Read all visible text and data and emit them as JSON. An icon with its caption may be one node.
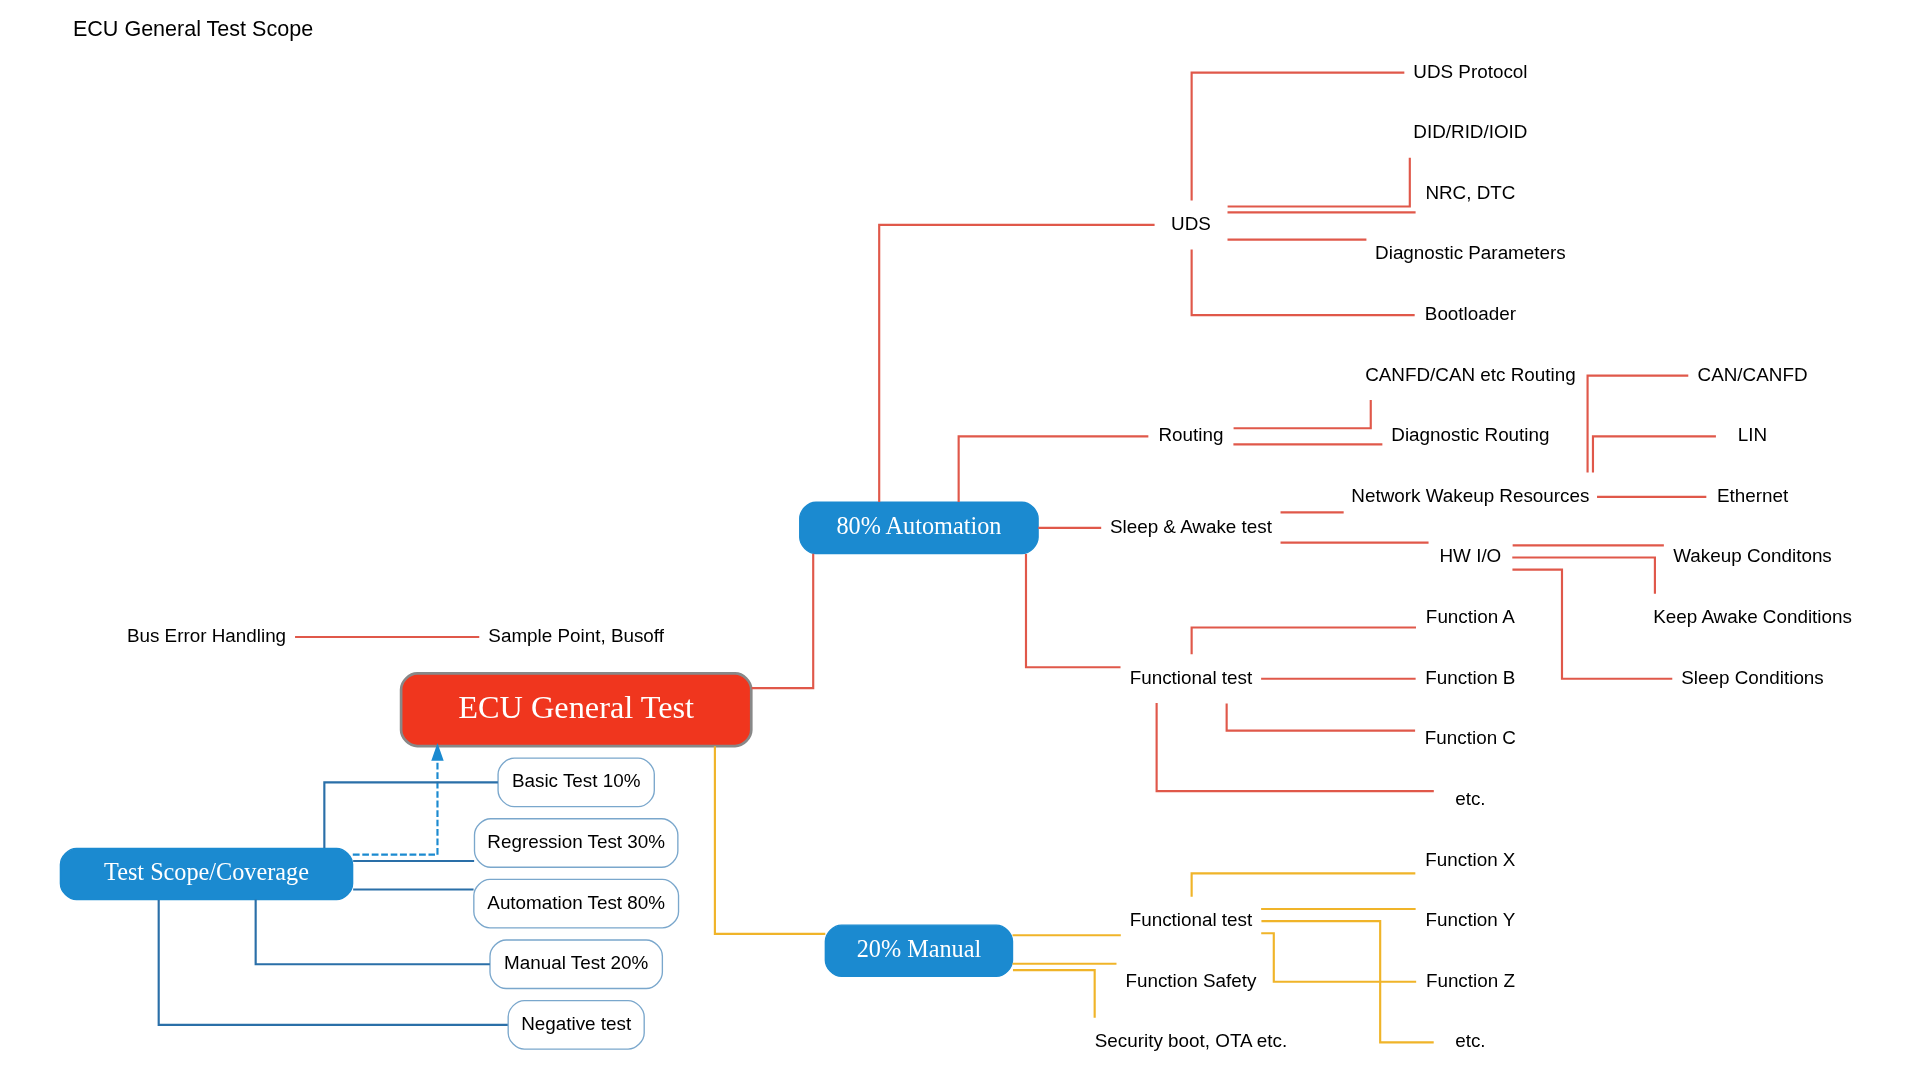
{
  "diagram": {
    "title": "ECU General Test Scope",
    "nodes": [
      {
        "text": [
          "ECU General Test"
        ]
      },
      {
        "text": [
          "Test Scope/Coverage"
        ]
      },
      {
        "text": [
          "Basic Test 10%"
        ]
      },
      {
        "text": [
          "Regression Test 30%"
        ]
      },
      {
        "text": [
          "Automation Test 80%"
        ]
      },
      {
        "text": [
          "Manual Test 20%"
        ]
      },
      {
        "text": [
          "Negative test"
        ]
      },
      {
        "text": [
          "80% Automation"
        ]
      },
      {
        "text": [
          "Bus Error Handling"
        ]
      },
      {
        "text": [
          "Sample Point, Busoff"
        ]
      },
      {
        "text": [
          "UDS"
        ]
      },
      {
        "text": [
          "UDS Protocol"
        ]
      },
      {
        "text": [
          "DID/RID/IOID"
        ]
      },
      {
        "text": [
          "NRC, DTC"
        ]
      },
      {
        "text": [
          "Diagnostic Parameters"
        ]
      },
      {
        "text": [
          "Bootloader"
        ]
      },
      {
        "text": [
          "Routing"
        ]
      },
      {
        "text": [
          "CANFD/CAN etc Routing"
        ]
      },
      {
        "text": [
          "Diagnostic Routing"
        ]
      },
      {
        "text": [
          "Sleep & Awake test"
        ]
      },
      {
        "text": [
          "Network Wakeup Resources"
        ]
      },
      {
        "text": [
          "CAN/CANFD"
        ]
      },
      {
        "text": [
          "LIN"
        ]
      },
      {
        "text": [
          "Ethernet"
        ]
      },
      {
        "text": [
          "HW I/O"
        ]
      },
      {
        "text": [
          "Wakeup Conditons"
        ]
      },
      {
        "text": [
          "Keep Awake Conditions"
        ]
      },
      {
        "text": [
          "Sleep Conditions"
        ]
      },
      {
        "text": [
          "Functional test"
        ]
      },
      {
        "text": [
          "Function A"
        ]
      },
      {
        "text": [
          "Function B"
        ]
      },
      {
        "text": [
          "Function C"
        ]
      },
      {
        "text": [
          "etc."
        ]
      },
      {
        "text": [
          "20% Manual"
        ]
      },
      {
        "text": [
          "Functional test"
        ]
      },
      {
        "text": [
          "Function X"
        ]
      },
      {
        "text": [
          "Function Y"
        ]
      },
      {
        "text": [
          "Function Z"
        ]
      },
      {
        "text": [
          "etc."
        ]
      },
      {
        "text": [
          "Function Safety"
        ]
      },
      {
        "text": [
          "Security boot, OTA etc."
        ]
      }
    ],
    "edges": [
      {
        "from": 1,
        "to": 0,
        "arrow": "to",
        "style": "dashed",
        "color": "#1b8ad0"
      },
      {
        "from": 1,
        "to": 2,
        "arrow": "none",
        "color": "#2a6fa8"
      },
      {
        "from": 1,
        "to": 3,
        "arrow": "none",
        "color": "#2a6fa8"
      },
      {
        "from": 1,
        "to": 4,
        "arrow": "none",
        "color": "#2a6fa8"
      },
      {
        "from": 1,
        "to": 5,
        "arrow": "none",
        "color": "#2a6fa8"
      },
      {
        "from": 1,
        "to": 6,
        "arrow": "none",
        "color": "#2a6fa8"
      },
      {
        "from": 0,
        "to": 7,
        "arrow": "none"
      },
      {
        "from": 8,
        "to": 9,
        "arrow": "none"
      },
      {
        "from": 7,
        "to": 10,
        "arrow": "none"
      },
      {
        "from": 10,
        "to": 11,
        "arrow": "none"
      },
      {
        "from": 10,
        "to": 12,
        "arrow": "none"
      },
      {
        "from": 10,
        "to": 13,
        "arrow": "none"
      },
      {
        "from": 10,
        "to": 14,
        "arrow": "none"
      },
      {
        "from": 10,
        "to": 15,
        "arrow": "none"
      },
      {
        "from": 7,
        "to": 16,
        "arrow": "none"
      },
      {
        "from": 16,
        "to": 17,
        "arrow": "none"
      },
      {
        "from": 16,
        "to": 18,
        "arrow": "none"
      },
      {
        "from": 7,
        "to": 19,
        "arrow": "none"
      },
      {
        "from": 19,
        "to": 20,
        "arrow": "none"
      },
      {
        "from": 20,
        "to": 21,
        "arrow": "none"
      },
      {
        "from": 20,
        "to": 22,
        "arrow": "none"
      },
      {
        "from": 20,
        "to": 23,
        "arrow": "none"
      },
      {
        "from": 19,
        "to": 24,
        "arrow": "none"
      },
      {
        "from": 24,
        "to": 25,
        "arrow": "none"
      },
      {
        "from": 24,
        "to": 26,
        "arrow": "none"
      },
      {
        "from": 24,
        "to": 27,
        "arrow": "none"
      },
      {
        "from": 7,
        "to": 28,
        "arrow": "none"
      },
      {
        "from": 28,
        "to": 29,
        "arrow": "none"
      },
      {
        "from": 28,
        "to": 30,
        "arrow": "none"
      },
      {
        "from": 28,
        "to": 31,
        "arrow": "none"
      },
      {
        "from": 28,
        "to": 32,
        "arrow": "none"
      },
      {
        "from": 0,
        "to": 33,
        "arrow": "none",
        "color": "#f0b429"
      },
      {
        "from": 33,
        "to": 34,
        "arrow": "none",
        "color": "#f0b429"
      },
      {
        "from": 34,
        "to": 35,
        "arrow": "none",
        "color": "#f0b429"
      },
      {
        "from": 34,
        "to": 36,
        "arrow": "none",
        "color": "#f0b429"
      },
      {
        "from": 34,
        "to": 37,
        "arrow": "none",
        "color": "#f0b429"
      },
      {
        "from": 34,
        "to": 38,
        "arrow": "none",
        "color": "#f0b429"
      },
      {
        "from": 33,
        "to": 39,
        "arrow": "none",
        "color": "#f0b429"
      },
      {
        "from": 33,
        "to": 40,
        "arrow": "none",
        "color": "#f0b429"
      }
    ]
  }
}
